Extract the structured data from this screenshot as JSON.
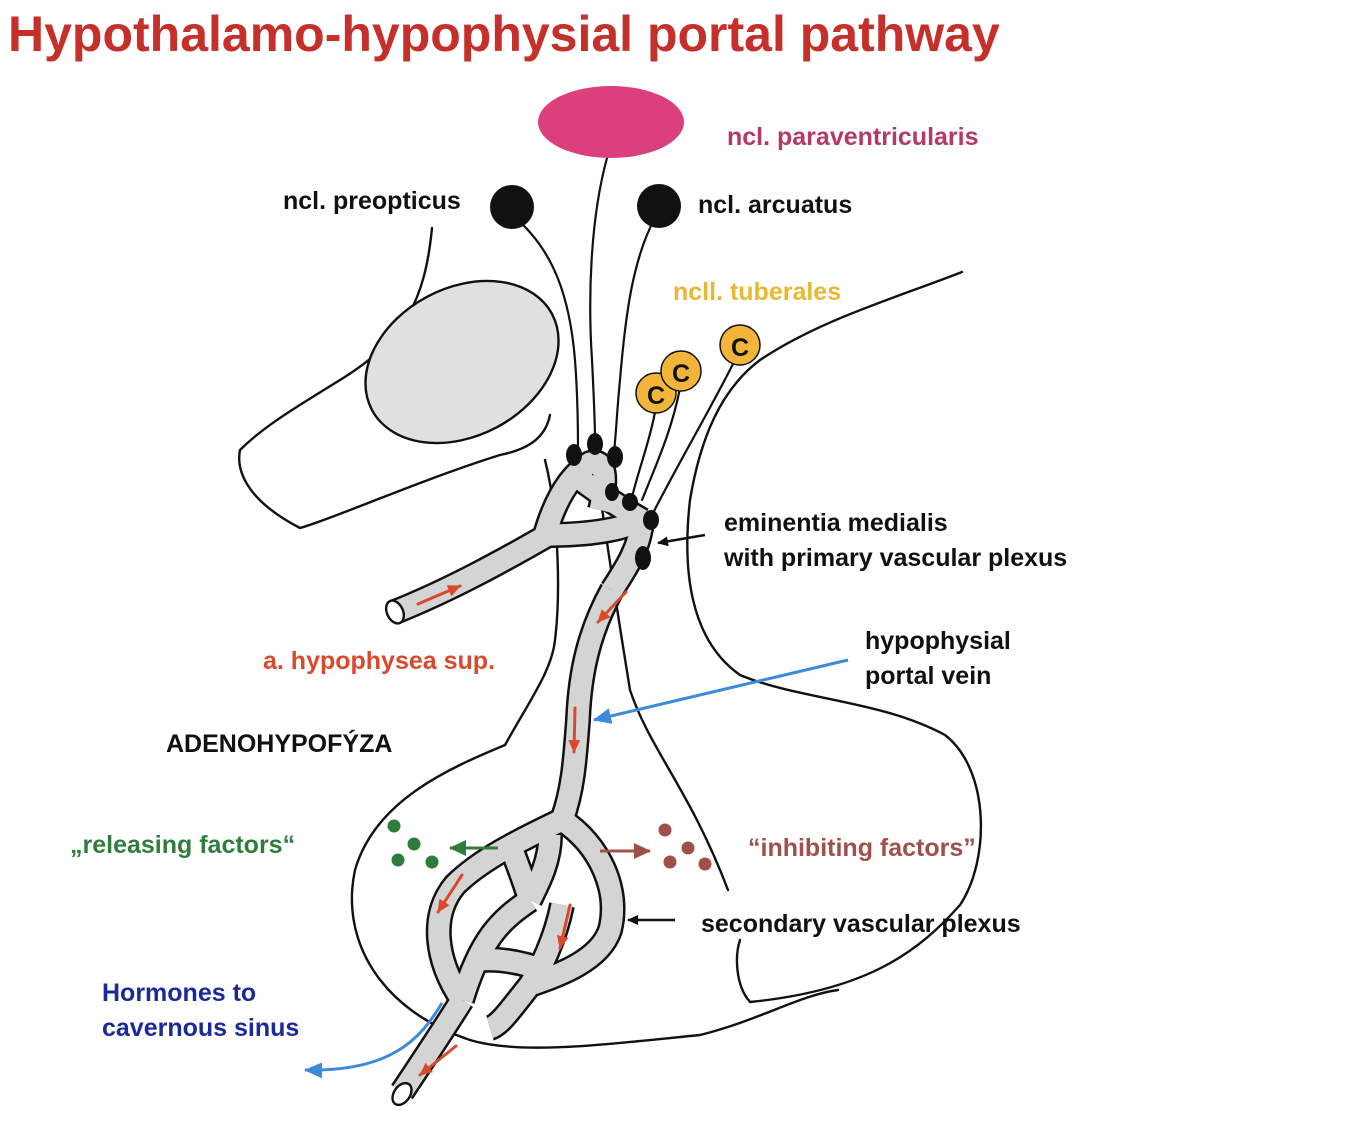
{
  "title": "Hypothalamo-hypophysial portal pathway",
  "labels": {
    "paraventricularis": "ncl. paraventricularis",
    "preopticus": "ncl. preopticus",
    "arcuatus": "ncl. arcuatus",
    "tuberales": "ncll. tuberales",
    "eminentia_line1": "eminentia medialis",
    "eminentia_line2": "with primary vascular plexus",
    "portal_vein_line1": "hypophysial",
    "portal_vein_line2": "portal vein",
    "a_hypophysea": "a. hypophysea sup.",
    "adenohypofyza": "ADENOHYPOFÝZA",
    "releasing": "„releasing factors“",
    "inhibiting": "“inhibiting factors”",
    "secondary_plexus": "secondary vascular plexus",
    "hormones_line1": "Hormones to",
    "hormones_line2": "cavernous sinus",
    "c_cell": "C"
  },
  "colors": {
    "title": "#c6302a",
    "paraventricularis": "#b43a62",
    "paraventricularis_nucleus": "#db3f7c",
    "tuberales": "#e9b731",
    "c_cells": "#f2b53a",
    "a_hypophysea": "#d84a2b",
    "releasing": "#2f7d3d",
    "inhibiting": "#a0504a",
    "hormones": "#1a2a9c",
    "blue_arrow": "#3d8ad9",
    "vessel_fill": "#d4d4d4",
    "chiasm_fill": "#e0e0e0"
  }
}
